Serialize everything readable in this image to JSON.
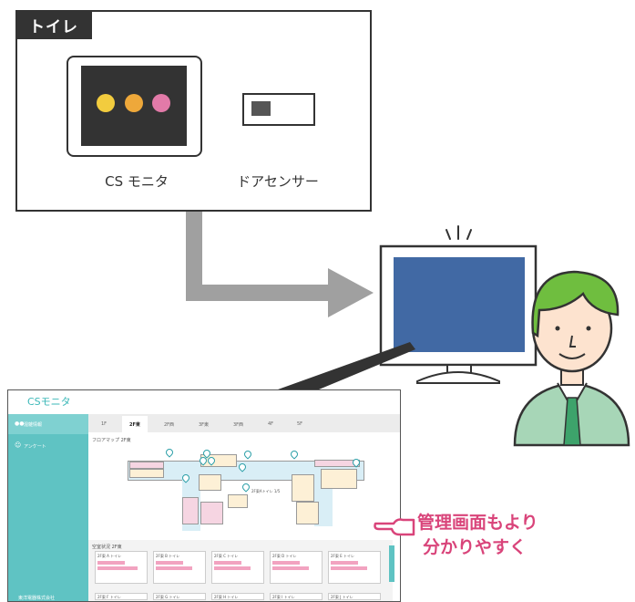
{
  "toilet_box": {
    "tag": "トイレ",
    "cs_monitor_label": "CS モニタ",
    "door_sensor_label": "ドアセンサー",
    "lamp_colors": [
      "#f2cc3e",
      "#eea83a",
      "#e27aa8"
    ]
  },
  "colors": {
    "arrow": "#a0a0a0",
    "monitor_screen": "#4169a4",
    "person_shirt": "#a7d6b7",
    "person_skin": "#fde3cf",
    "person_hair": "#6fbe3f",
    "teal": "#5fc3c3",
    "callout": "#d9447a"
  },
  "screenshot": {
    "logo": "CSモニタ",
    "sidebar": [
      "混雑情報",
      "アンケート"
    ],
    "sidebar_footer": "東洋電器株式会社",
    "tabs": [
      "1F",
      "2F東",
      "2F西",
      "3F東",
      "3F西",
      "4F",
      "5F"
    ],
    "floor_map_title": "フロアマップ 2F東",
    "map_popup": "2F東Aトイレ 1/5",
    "status_title": "空室状況 2F東",
    "cards": [
      "2F東 A トイレ",
      "2F東 B トイレ",
      "2F東 C トイレ",
      "2F東 D トイレ",
      "2F東 E トイレ"
    ],
    "cards_row2": [
      "2F東 F トイレ",
      "2F東 G トイレ",
      "2F東 H トイレ",
      "2F東 I トイレ",
      "2F東 J トイレ"
    ]
  },
  "callout": {
    "line1": "管理画面もより",
    "line2": "分かりやすく"
  }
}
